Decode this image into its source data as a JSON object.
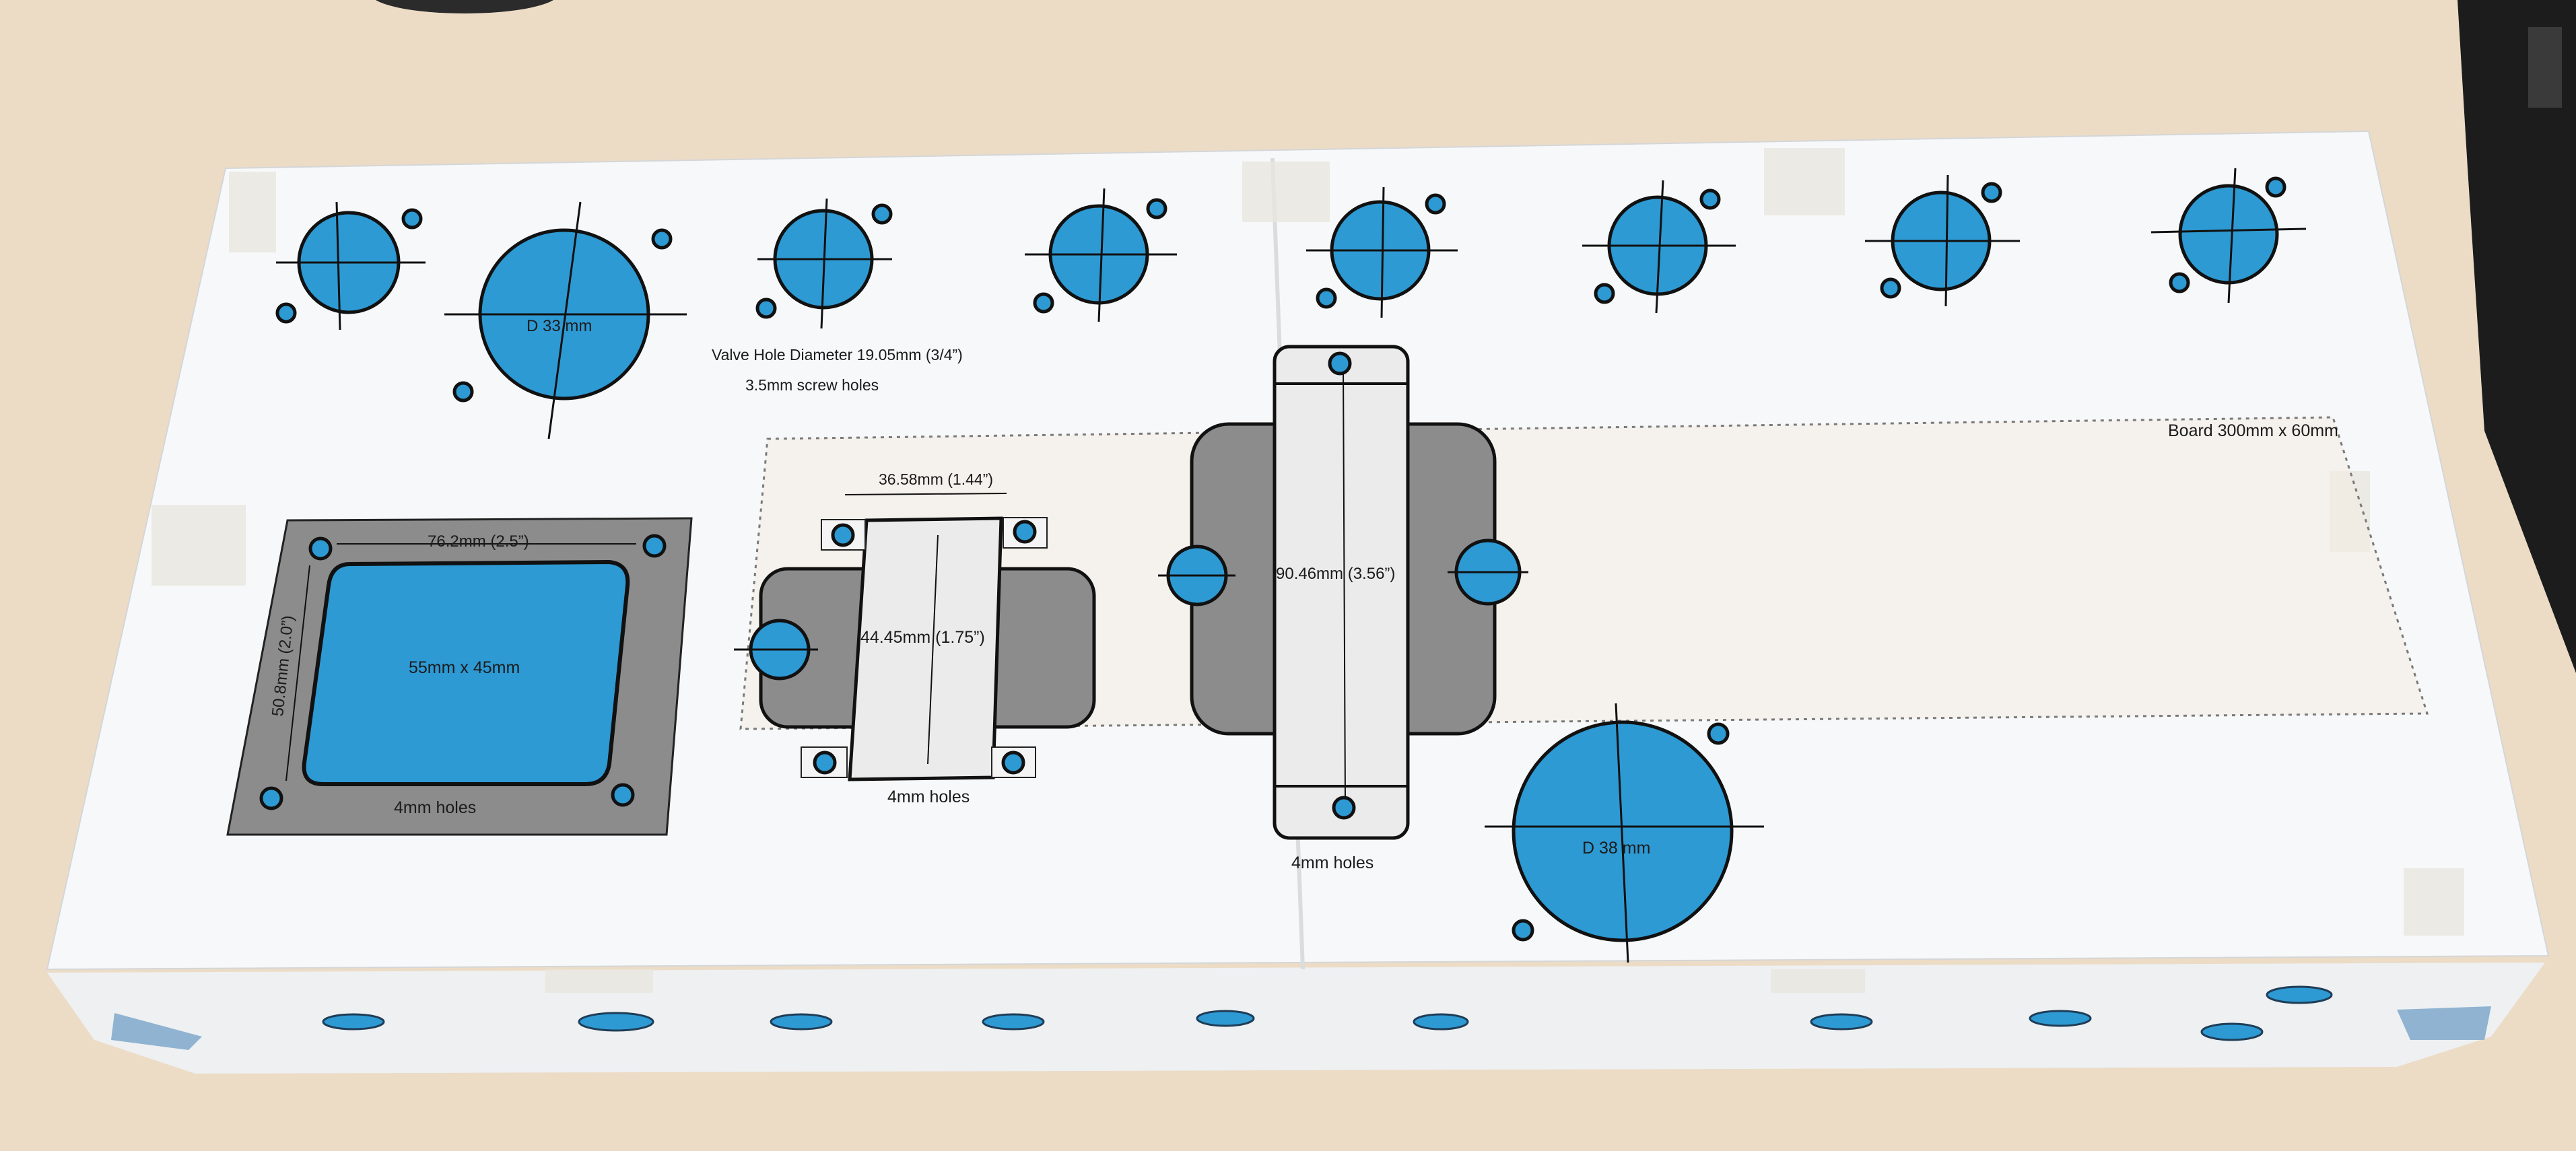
{
  "photo": {
    "subject": "Paper drilling template taped onto an amplifier chassis",
    "colors": {
      "table": "#ecdcc6",
      "paper": "#f7f8f9",
      "hole_fill": "#2d9ad4",
      "plate_gray": "#8c8c8c",
      "board_outline": "#7a7a7a"
    }
  },
  "template": {
    "valve_note": "Valve Hole Diameter 19.05mm (3/4”)",
    "screw_note": "3.5mm screw holes",
    "large_hole_top": "D 33 mm",
    "large_hole_bottom": "D 38 mm",
    "board_label": "Board 300mm x 60mm",
    "square_plate": {
      "width_dim": "76.2mm (2.5”)",
      "height_dim": "50.8mm (2.0”)",
      "cutout": "55mm x 45mm",
      "holes": "4mm holes"
    },
    "small_transformer": {
      "width_dim": "36.58mm (1.44”)",
      "height_dim": "44.45mm (1.75”)",
      "holes": "4mm holes"
    },
    "large_transformer": {
      "length_dim": "90.46mm (3.56”)",
      "holes": "4mm holes"
    }
  }
}
